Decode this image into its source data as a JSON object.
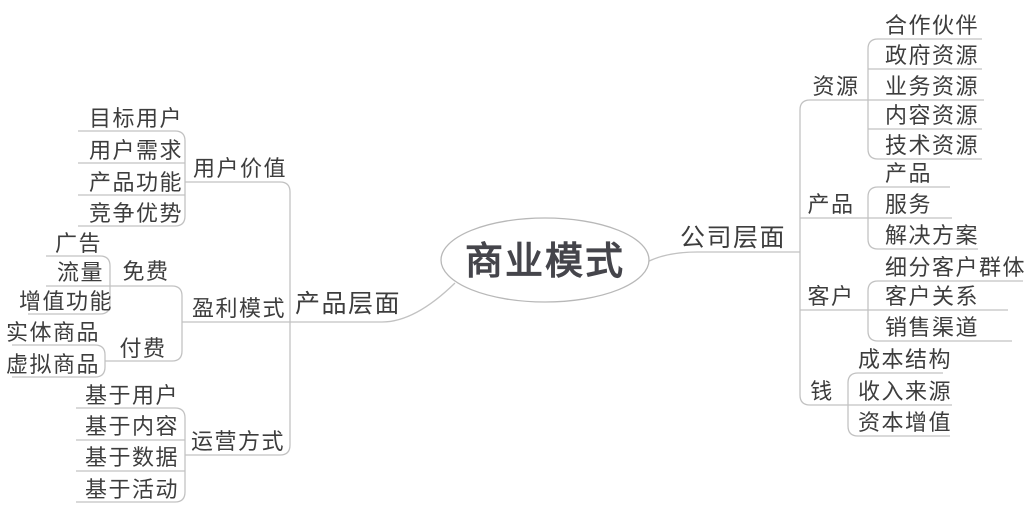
{
  "colors": {
    "line": "#c2c2c2",
    "node_text": "#3d3d3d",
    "root_text": "#45454b",
    "root_stroke": "#b8b8b8",
    "background": "#ffffff"
  },
  "mindmap": {
    "root": "商业模式",
    "left": [
      {
        "label": "产品层面",
        "children": [
          {
            "label": "用户价值",
            "children": [
              {
                "label": "目标用户"
              },
              {
                "label": "用户需求"
              },
              {
                "label": "产品功能"
              },
              {
                "label": "竞争优势"
              }
            ]
          },
          {
            "label": "盈利模式",
            "children": [
              {
                "label": "免费",
                "children": [
                  {
                    "label": "广告"
                  },
                  {
                    "label": "流量"
                  },
                  {
                    "label": "增值功能"
                  }
                ]
              },
              {
                "label": "付费",
                "children": [
                  {
                    "label": "实体商品"
                  },
                  {
                    "label": "虚拟商品"
                  }
                ]
              }
            ]
          },
          {
            "label": "运营方式",
            "children": [
              {
                "label": "基于用户"
              },
              {
                "label": "基于内容"
              },
              {
                "label": "基于数据"
              },
              {
                "label": "基于活动"
              }
            ]
          }
        ]
      }
    ],
    "right": [
      {
        "label": "公司层面",
        "children": [
          {
            "label": "资源",
            "children": [
              {
                "label": "合作伙伴"
              },
              {
                "label": "政府资源"
              },
              {
                "label": "业务资源"
              },
              {
                "label": "内容资源"
              },
              {
                "label": "技术资源"
              }
            ]
          },
          {
            "label": "产品",
            "children": [
              {
                "label": "产品"
              },
              {
                "label": "服务"
              },
              {
                "label": "解决方案"
              }
            ]
          },
          {
            "label": "客户",
            "children": [
              {
                "label": "细分客户群体"
              },
              {
                "label": "客户关系"
              },
              {
                "label": "销售渠道"
              }
            ]
          },
          {
            "label": "钱",
            "children": [
              {
                "label": "成本结构"
              },
              {
                "label": "收入来源"
              },
              {
                "label": "资本增值"
              }
            ]
          }
        ]
      }
    ]
  }
}
